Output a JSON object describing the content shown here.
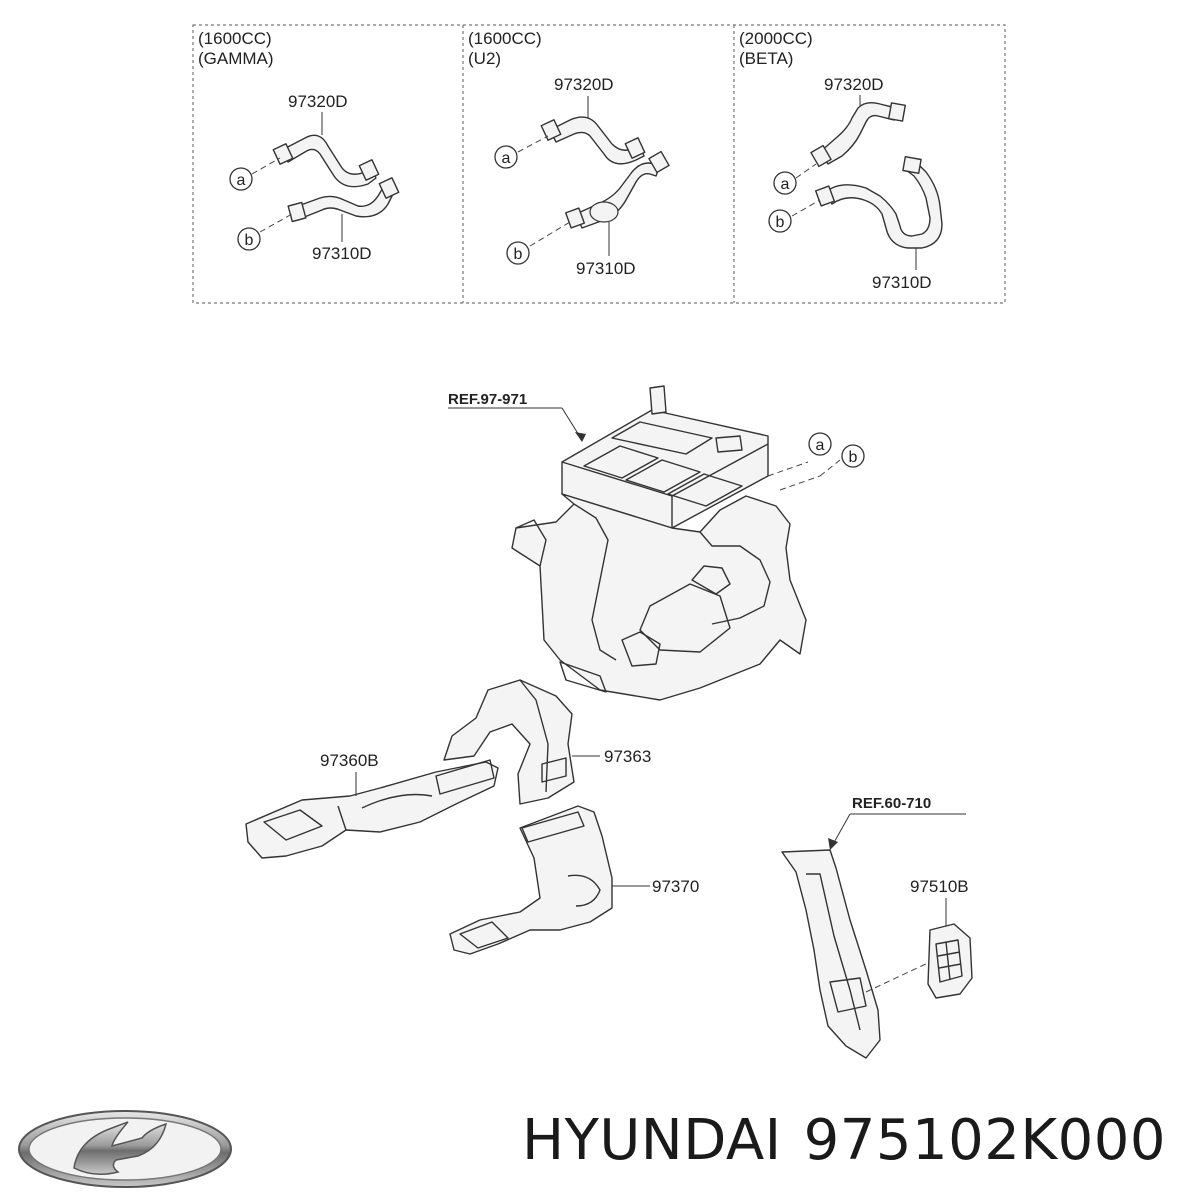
{
  "variants": [
    {
      "engine": "(1600CC)",
      "type": "(GAMMA)",
      "upper": "97320D",
      "lower": "97310D"
    },
    {
      "engine": "(1600CC)",
      "type": "(U2)",
      "upper": "97320D",
      "lower": "97310D"
    },
    {
      "engine": "(2000CC)",
      "type": "(BETA)",
      "upper": "97320D",
      "lower": "97310D"
    }
  ],
  "markers": {
    "a": "a",
    "b": "b"
  },
  "refs": {
    "heater": "REF.97-971",
    "pillar": "REF.60-710"
  },
  "parts": {
    "duct_left": "97360B",
    "duct_center": "97363",
    "duct_rear": "97370",
    "vent_grille": "97510B"
  },
  "footer": {
    "brand": "HYUNDAI",
    "part_number": "975102K000"
  }
}
